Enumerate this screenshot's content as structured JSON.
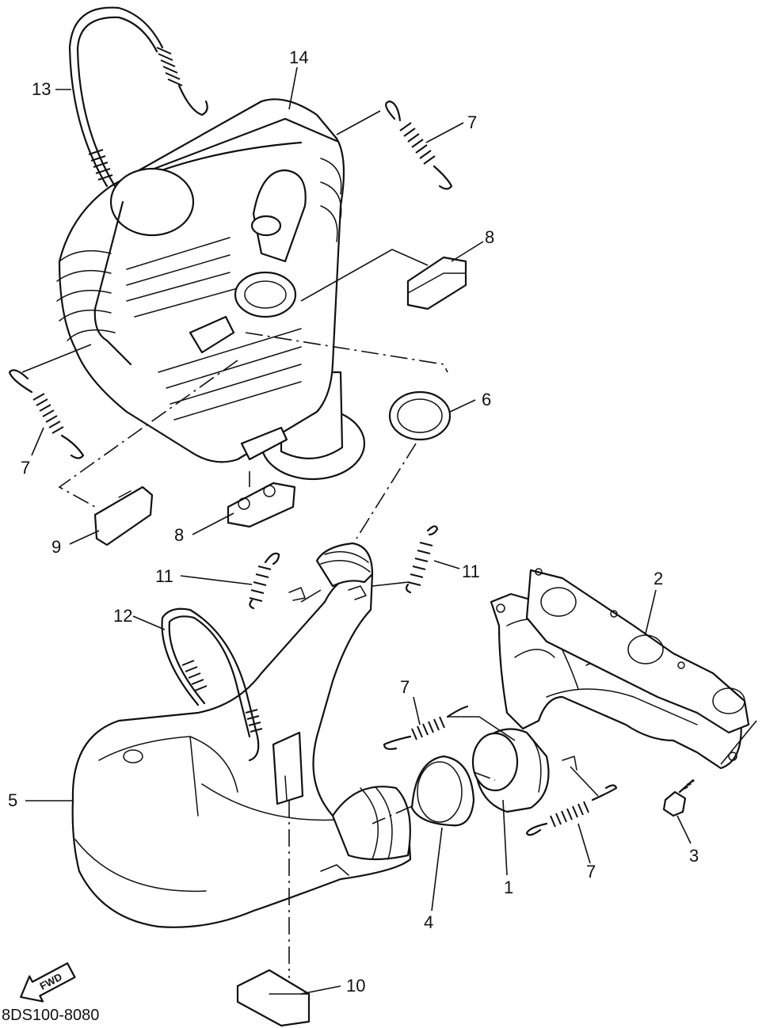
{
  "diagram_code": "8DS100-8080",
  "direction_label": "FWD",
  "callouts": [
    {
      "id": "1",
      "label": "1"
    },
    {
      "id": "2",
      "label": "2"
    },
    {
      "id": "3",
      "label": "3"
    },
    {
      "id": "4",
      "label": "4"
    },
    {
      "id": "5",
      "label": "5"
    },
    {
      "id": "6",
      "label": "6"
    },
    {
      "id": "7a",
      "label": "7"
    },
    {
      "id": "7b",
      "label": "7"
    },
    {
      "id": "7c",
      "label": "7"
    },
    {
      "id": "7d",
      "label": "7"
    },
    {
      "id": "8a",
      "label": "8"
    },
    {
      "id": "8b",
      "label": "8"
    },
    {
      "id": "9",
      "label": "9"
    },
    {
      "id": "10",
      "label": "10"
    },
    {
      "id": "11a",
      "label": "11"
    },
    {
      "id": "11b",
      "label": "11"
    },
    {
      "id": "12",
      "label": "12"
    },
    {
      "id": "13",
      "label": "13"
    },
    {
      "id": "14",
      "label": "14"
    }
  ]
}
